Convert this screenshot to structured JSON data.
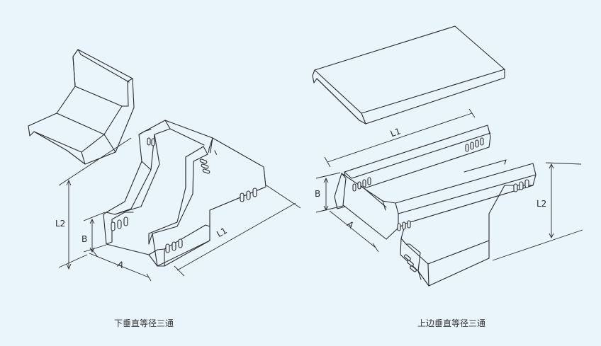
{
  "diagrams": [
    {
      "caption": "下垂直等径三通",
      "labels": {
        "l2": "L2",
        "b": "B",
        "a": "A",
        "l1": "L1"
      }
    },
    {
      "caption": "上边垂直等径三通",
      "labels": {
        "l1": "L1",
        "b": "B",
        "a": "A",
        "l2": "L2"
      }
    }
  ],
  "colors": {
    "background": "#e9f4fb",
    "line": "#2a2a2a"
  }
}
